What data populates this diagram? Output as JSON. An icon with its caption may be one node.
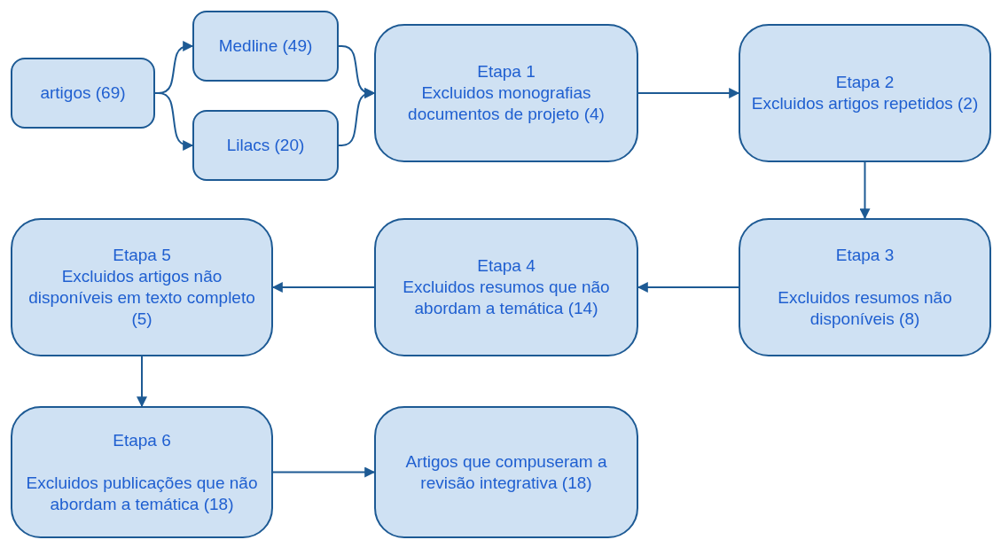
{
  "diagram": {
    "nodes": [
      {
        "text": [
          "artigos (69)"
        ]
      },
      {
        "text": [
          "Medline (49)"
        ]
      },
      {
        "text": [
          "Lilacs (20)"
        ]
      },
      {
        "text": [
          "Etapa 1",
          "Excluidos monografias documentos de projeto (4)"
        ]
      },
      {
        "text": [
          "Etapa 2",
          "Excluidos artigos repetidos (2)"
        ]
      },
      {
        "text": [
          "Etapa 3",
          "Excluidos resumos não disponíveis (8)"
        ]
      },
      {
        "text": [
          "Etapa 4",
          "Excluidos resumos que não abordam a temática (14)"
        ]
      },
      {
        "text": [
          "Etapa 5",
          "Excluidos artigos não disponíveis em texto completo (5)"
        ]
      },
      {
        "text": [
          "Etapa 6",
          "Excluidos publicações que não abordam a temática (18)"
        ]
      },
      {
        "text": [
          "Artigos que compuseram a revisão integrativa (18)"
        ]
      }
    ],
    "edges": [
      {
        "from": 0,
        "to": 1,
        "arrow": "to"
      },
      {
        "from": 0,
        "to": 2,
        "arrow": "to"
      },
      {
        "from": 1,
        "to": 3,
        "arrow": "to"
      },
      {
        "from": 2,
        "to": 3,
        "arrow": "to"
      },
      {
        "from": 3,
        "to": 4,
        "arrow": "to"
      },
      {
        "from": 4,
        "to": 5,
        "arrow": "to"
      },
      {
        "from": 5,
        "to": 6,
        "arrow": "to"
      },
      {
        "from": 6,
        "to": 7,
        "arrow": "to"
      },
      {
        "from": 7,
        "to": 8,
        "arrow": "to"
      },
      {
        "from": 8,
        "to": 9,
        "arrow": "to"
      }
    ]
  }
}
